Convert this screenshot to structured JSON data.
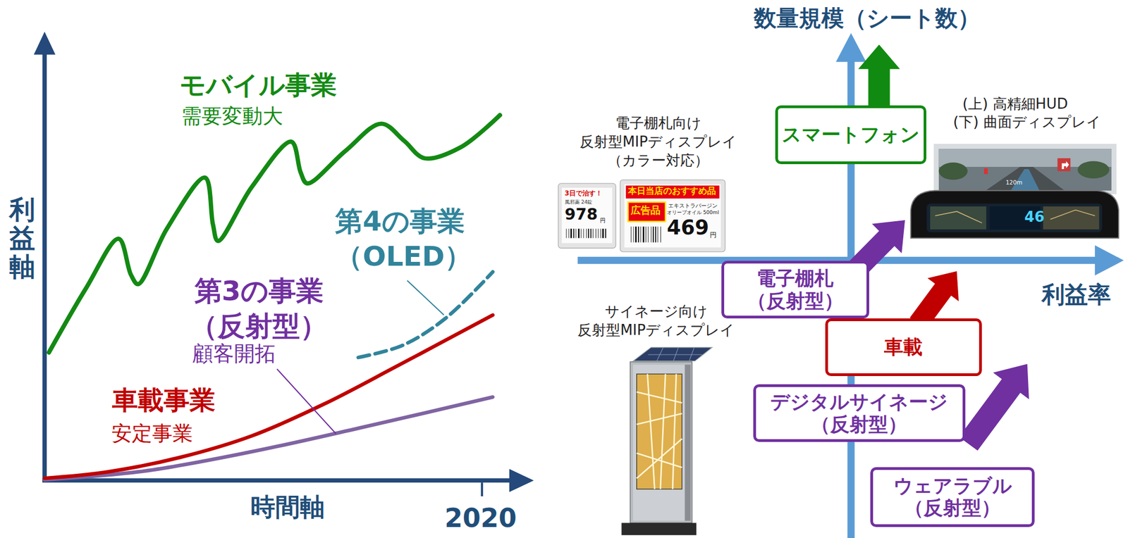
{
  "diagram": {
    "nodes": [
      {
        "text": [
          "スマートフォン"
        ]
      },
      {
        "text": [
          "電子棚札 （反射型）"
        ]
      },
      {
        "text": [
          "車載"
        ]
      },
      {
        "text": [
          "デジタルサイネージ （反射型）"
        ]
      },
      {
        "text": [
          "ウェアラブル （反射型）"
        ]
      }
    ],
    "labels": [
      "モバイル事業",
      "需要変動大",
      "第4の事業 （OLED）",
      "第3の事業 （反射型）",
      "顧客開拓",
      "車載事業",
      "安定事業",
      "利益軸",
      "時間軸",
      "2020",
      "数量規模（シート数）",
      "利益率",
      "電子棚札向け 反射型MIPディスプレイ （カラー対応）",
      "(上) 高精細HUD",
      "(下) 曲面ディスプレイ",
      "サイネージ向け 反射型MIPディスプレイ",
      "3日で治す！",
      "風邪薬 24錠",
      "978",
      "円",
      "本日当店のおすすめ品",
      "広告品",
      "エキストラバージン",
      "オリーブオイル 500ml",
      "469",
      "円",
      "120m",
      "46"
    ]
  }
}
